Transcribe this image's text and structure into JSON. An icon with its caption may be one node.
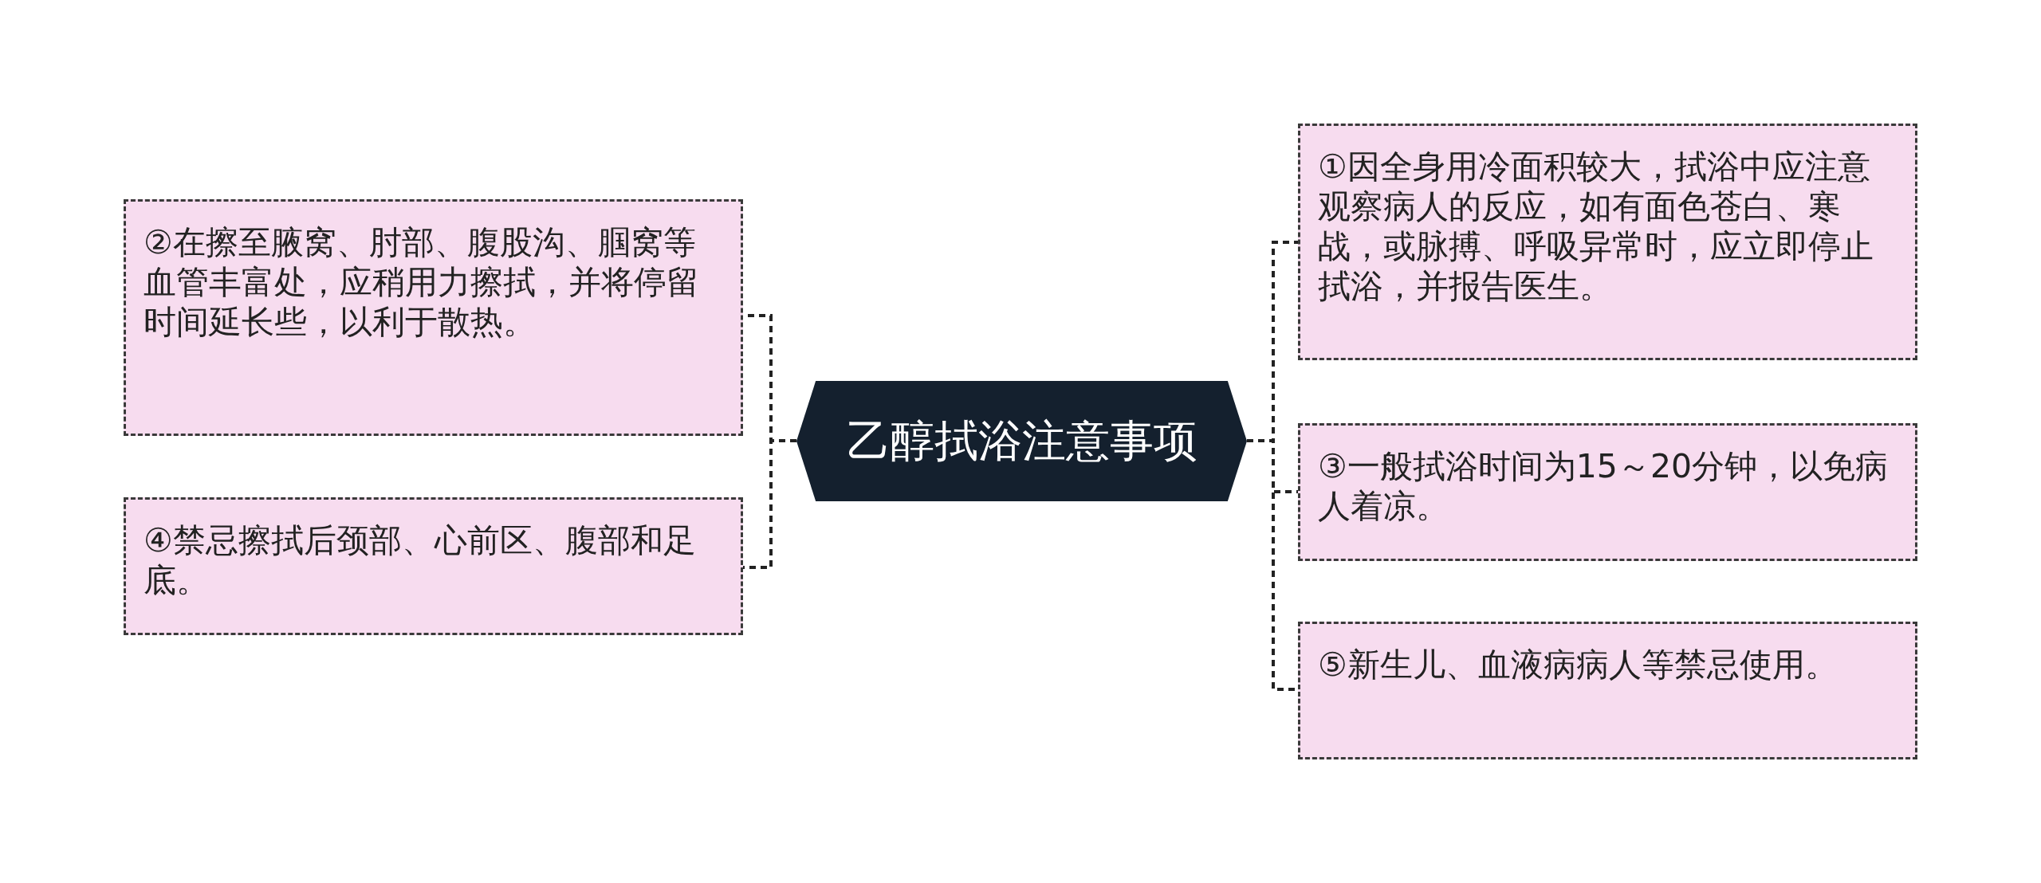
{
  "diagram": {
    "nodes": [
      {
        "text": [
          "乙醇拭浴注意事项"
        ]
      },
      {
        "text": [
          "②在擦至腋窝、肘部、腹股沟、腘窝等血管丰富处，应稍用力擦拭，并将停留时间延长些，以利于散热。"
        ]
      },
      {
        "text": [
          "④禁忌擦拭后颈部、心前区、腹部和足底。"
        ]
      },
      {
        "text": [
          "①因全身用冷面积较大，拭浴中应注意观察病人的反应，如有面色苍白、寒战，或脉搏、呼吸异常时，应立即停止拭浴，并报告医生。"
        ]
      },
      {
        "text": [
          "③一般拭浴时间为15～20分钟，以免病人着凉。"
        ]
      },
      {
        "text": [
          "⑤新生儿、血液病病人等禁忌使用。"
        ]
      }
    ],
    "edges": [
      {
        "from": 0,
        "to": 1,
        "arrow": "none"
      },
      {
        "from": 0,
        "to": 2,
        "arrow": "none"
      },
      {
        "from": 0,
        "to": 3,
        "arrow": "none"
      },
      {
        "from": 0,
        "to": 4,
        "arrow": "none"
      },
      {
        "from": 0,
        "to": 5,
        "arrow": "none"
      }
    ]
  }
}
